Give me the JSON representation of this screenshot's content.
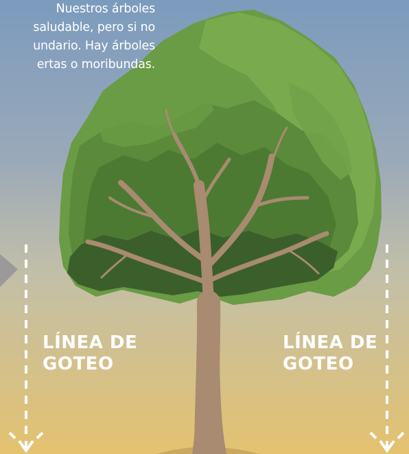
{
  "intro_text": {
    "line1": "Nuestros árboles",
    "line2": "saludable, pero si no",
    "line3": "undario. Hay árboles",
    "line4": "ertas o moribundas."
  },
  "drip_line_left": {
    "line1": "LÍNEA DE",
    "line2": "GOTEO"
  },
  "drip_line_right": {
    "line1": "LÍNEA DE",
    "line2": "GOTEO"
  },
  "colors": {
    "sky_top": "#7c9cbd",
    "ground_bottom": "#e3c374",
    "canopy_light": "#6a9a45",
    "canopy_mid": "#4d7a33",
    "canopy_dark": "#3a5f2c",
    "trunk": "#a88b70",
    "label_text": "#ffffff"
  }
}
